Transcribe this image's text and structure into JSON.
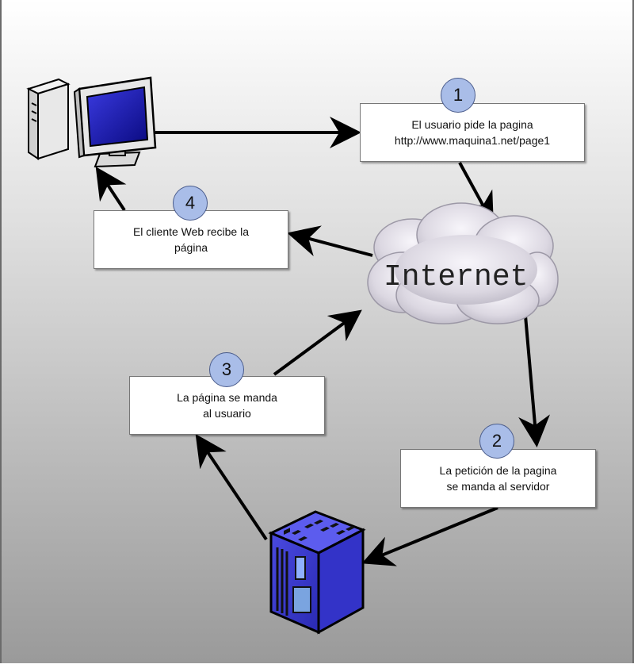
{
  "steps": [
    {
      "number": "1",
      "line1": "El usuario pide la pagina",
      "line2": "http://www.maquina1.net/page1"
    },
    {
      "number": "2",
      "line1": "La petición de la pagina",
      "line2": "se manda al servidor"
    },
    {
      "number": "3",
      "line1": "La página se manda",
      "line2": "al usuario"
    },
    {
      "number": "4",
      "line1": "El cliente Web recibe la",
      "line2": "página"
    }
  ],
  "internet_label": "Internet",
  "icons": {
    "client": "desktop-computer-icon",
    "server": "server-icon",
    "cloud": "cloud-icon"
  },
  "colors": {
    "badge_fill": "#a9bde8",
    "server_fill": "#3a3ad2",
    "monitor_screen": "#1a1aa8",
    "arrow": "#000000"
  }
}
